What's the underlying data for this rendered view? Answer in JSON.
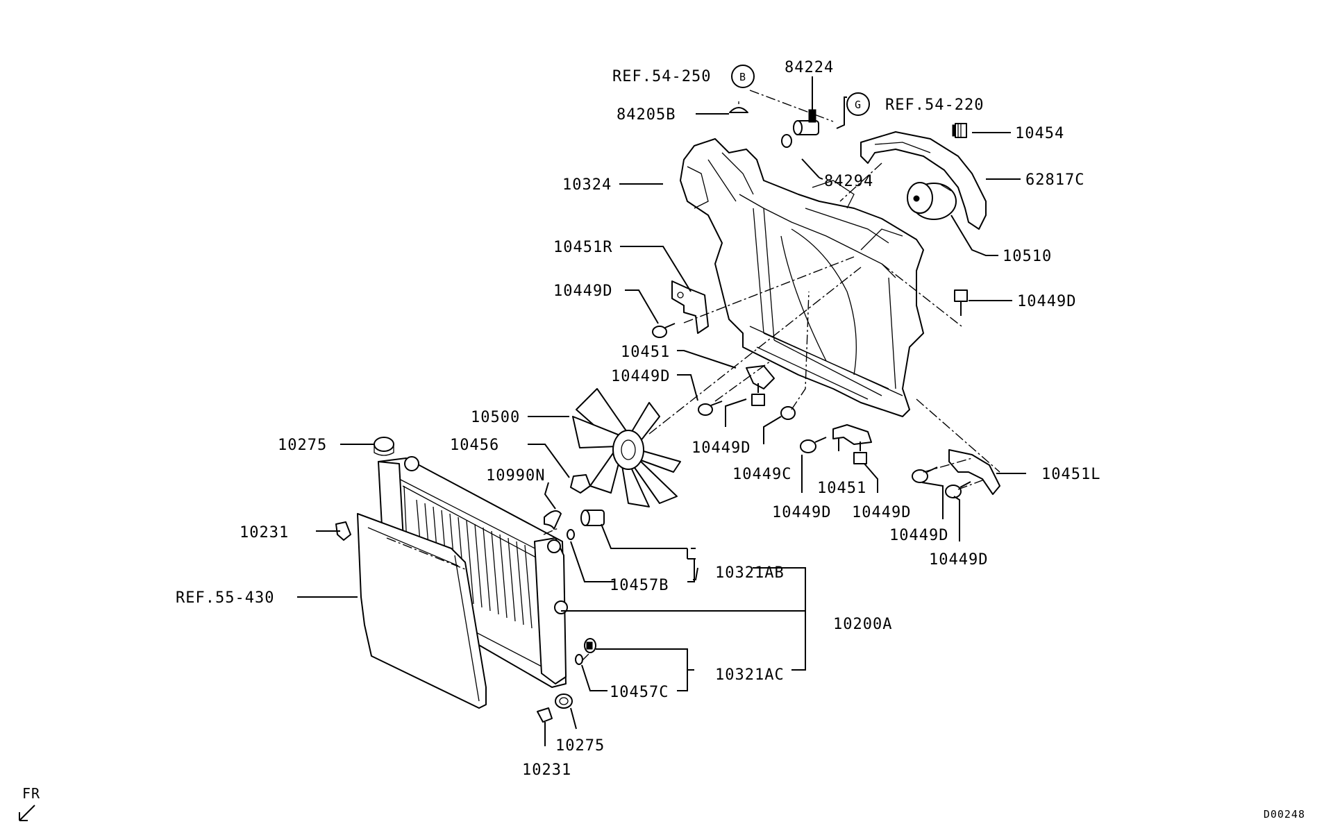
{
  "labels": {
    "ref_54_250": "REF.54-250",
    "ref_54_220": "REF.54-220",
    "ref_55_430": "REF.55-430",
    "circle_b": "B",
    "circle_g": "G",
    "p84224": "84224",
    "p84205b": "84205B",
    "p84294": "84294",
    "p10454": "10454",
    "p62817c": "62817C",
    "p10324": "10324",
    "p10510": "10510",
    "p10451r": "10451R",
    "p10449d_a": "10449D",
    "p10449d_b": "10449D",
    "p10451_a": "10451",
    "p10449d_c": "10449D",
    "p10500": "10500",
    "p10275_a": "10275",
    "p10456": "10456",
    "p10449d_d": "10449D",
    "p10449c": "10449C",
    "p10451_b": "10451",
    "p10451l": "10451L",
    "p10990n": "10990N",
    "p10449d_e": "10449D",
    "p10449d_f": "10449D",
    "p10449d_g": "10449D",
    "p10449d_h": "10449D",
    "p10231_a": "10231",
    "p10321ab": "10321AB",
    "p10457b": "10457B",
    "p10200a": "10200A",
    "p10321ac": "10321AC",
    "p10457c": "10457C",
    "p10275_b": "10275",
    "p10231_b": "10231",
    "fr": "FR",
    "diagram_id": "D00248"
  }
}
